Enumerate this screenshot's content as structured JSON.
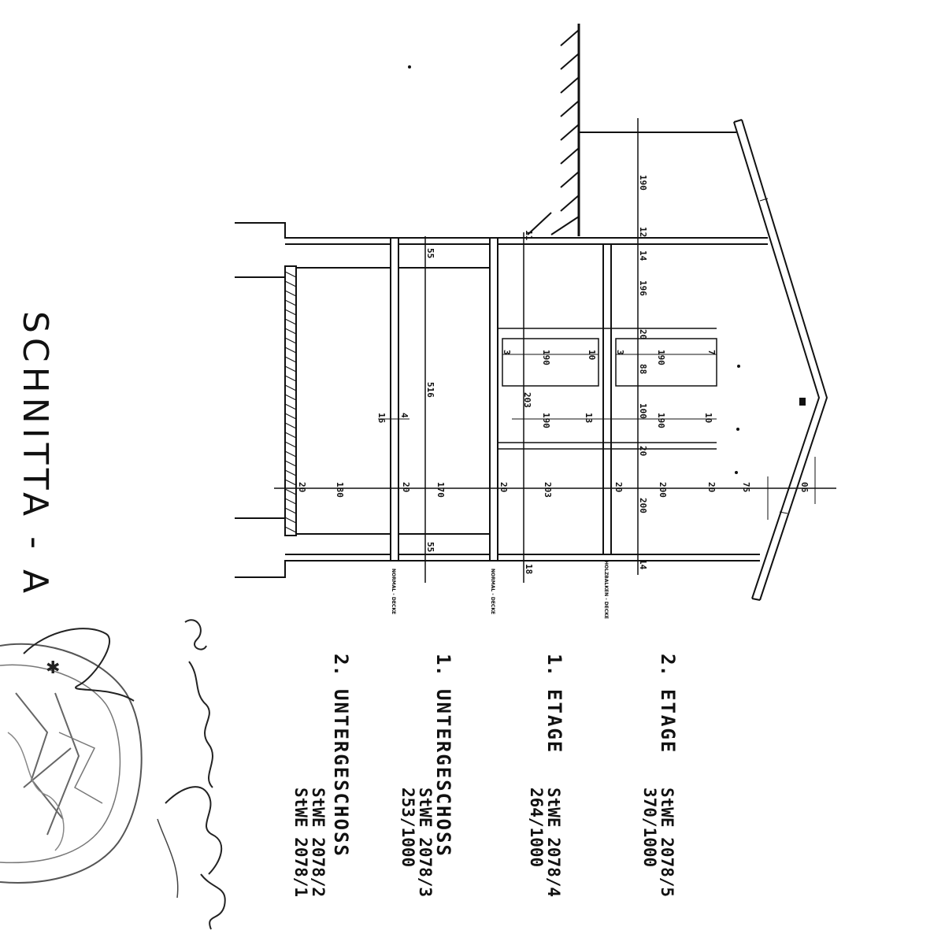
{
  "drawing": {
    "title": "SCHNITT",
    "section_mark": "A - A"
  },
  "levels": [
    {
      "number": "2.",
      "name": "ETAGE",
      "unit": "StWE 2078/5",
      "share": "370/1000"
    },
    {
      "number": "1.",
      "name": "ETAGE",
      "unit": "StWE 2078/4",
      "share": "264/1000"
    },
    {
      "number": "1.",
      "name": "UNTERGESCHOSS",
      "unit": "StWE 2078/3",
      "share": "253/1000"
    },
    {
      "number": "2.",
      "name": "UNTERGESCHOSS",
      "unit": "StWE 2078/2",
      "share": "StWE 2078/1"
    }
  ],
  "slab_labels": {
    "timber_ceiling": "HOLZBALKEN - DECKE",
    "normal_ceiling_1": "NORMAL - DECKE",
    "normal_ceiling_2": "NORMAL - DECKE"
  },
  "dimensions": {
    "main_line": [
      "20",
      "180",
      "20",
      "170",
      "20",
      "203",
      "20",
      "200",
      "20",
      "75",
      "06"
    ],
    "upper_window": [
      "3",
      "190",
      "10",
      "3",
      "190",
      "7"
    ],
    "lower_window": [
      "203",
      "190",
      "13",
      "190",
      "10"
    ],
    "wall_heights": [
      "55",
      "516",
      "55",
      "16",
      "4"
    ],
    "right_side": [
      "190",
      "12",
      "14",
      "196",
      "20",
      "88",
      "100",
      "20",
      "200",
      "14",
      "18",
      "11"
    ]
  },
  "stamp_and_signature": {
    "kind": "official round seal with handwritten signature"
  }
}
